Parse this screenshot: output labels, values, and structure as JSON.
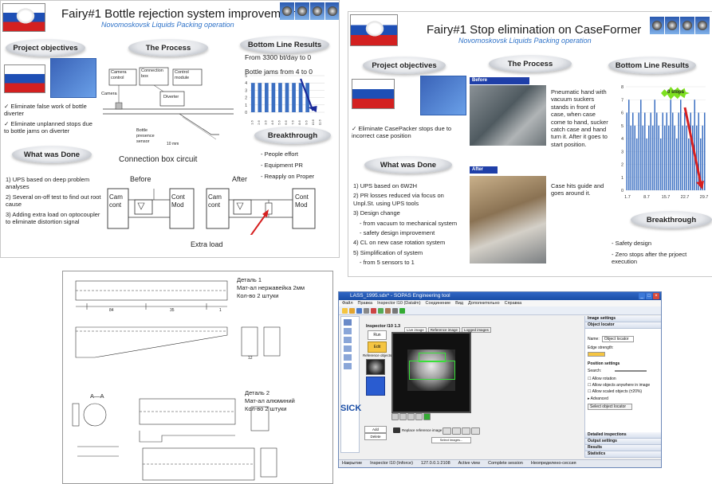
{
  "slide1": {
    "title": "Fairy#1 Bottle rejection system improvement",
    "subtitle": "Novomoskovsk Liquids Packing operation",
    "section_objectives": "Project objectives",
    "section_process": "The Process",
    "section_results": "Bottom Line Results",
    "section_done": "What was Done",
    "section_breakthrough": "Breakthrough",
    "objectives": [
      "Eliminate false work of bottle diverter",
      "Eliminate unplanned stops due to bottle jams on diverter"
    ],
    "process_labels": {
      "camera_control": "Camera control",
      "connection_box": "Connection box",
      "control_module": "Control module",
      "camera": "Camera",
      "diverter": "Diverter",
      "presence_sensor": "Bottle presence sensor",
      "dimension": "10 mm"
    },
    "result_line1": "From 3300 bt/day to 0",
    "result_line2": "Bottle jams from 4 to 0",
    "breakthrough_items": [
      "People effort",
      "Equipment PR",
      "Reapply on Proper"
    ],
    "done_items": [
      "1) UPS based on deep problem analyses",
      "2) Several on-off test to find out root cause",
      "3) Adding extra load on optocoupler to eliminate distortion signal"
    ],
    "circuit_title": "Connection box circuit",
    "before_label": "Before",
    "after_label": "After",
    "cam_cont": "Cam cont",
    "cont_mod": "Cont Mod",
    "extra_load": "Extra load"
  },
  "slide2": {
    "title": "Fairy#1 Stop elimination  on CaseFormer",
    "subtitle": "Novomoskovsk Liquids Packing operation",
    "section_objectives": "Project objectives",
    "section_process": "The Process",
    "section_results": "Bottom Line Results",
    "section_done": "What was Done",
    "section_breakthrough": "Breakthrough",
    "objective": "Eliminate CasePacker stops due to incorrect case position",
    "before_tag": "Before",
    "after_tag": "After",
    "before_text": "Pneumatic hand with vacuum suckers stands in front of case, when case come to hand, sucker catch case and hand turn it. After it goes to start position.",
    "after_text": "Case hits guide and goes around it.",
    "done_items": [
      "1) UPS based on 6W2H",
      "2) PR losses reduced via focus on Unpl.St. using UPS tools",
      "3) Design change",
      "- from vacuum to mechanical system",
      "- safety design improvement",
      "4) CL on new case rotation system",
      "5) Simplification of system",
      "- from 5 sensors to 1"
    ],
    "breakthrough_items": [
      "- Safety design",
      "- Zero stops after the prjoect execution"
    ],
    "burst_label": "0 stops"
  },
  "drawing": {
    "part1": [
      "Деталь 1",
      "Мат-ал нержавейка 2мм",
      "Кол-во 2 штуки"
    ],
    "part2": [
      "Деталь 2",
      "Мат-ал алюминий",
      "Кол-во 2 штуки"
    ],
    "section_label": "A—A",
    "dims": [
      "84",
      "35",
      "1",
      "12"
    ]
  },
  "window": {
    "title": "LASS_1995.sdx* - SOPAS Engineering tool",
    "menu": [
      "Файл",
      "Правка",
      "Inspector I10 (Datalm)",
      "Соединение",
      "Вид",
      "Дополнительно",
      "Справка"
    ],
    "tab": "Inspector I10 1.3",
    "tabs": [
      "Live image",
      "Reference image",
      "Logged images"
    ],
    "run_label": "Run",
    "edit_label": "Edit",
    "ref_objects": "Reference objects",
    "add_label": "Add",
    "delete_label": "Delete",
    "replace_ref": "Replace reference image",
    "select_images": "Select images...",
    "brand": "SICK",
    "right_sections": [
      "Image settings",
      "Object locator"
    ],
    "right_labels": [
      "Name:",
      "Edge strength:",
      "Position settings",
      "Search:",
      "Allow rotation",
      "Allow objects anywhere in image",
      "Allow scaled objects (±20%)",
      "Advanced",
      "Select object locator"
    ],
    "name_value": "Object locator",
    "right_bottom": [
      "Detailed inspections",
      "Output settings",
      "Results",
      "Statistics"
    ],
    "status": [
      "Накрытие",
      "Inspector I10 (Inforce)",
      "127.0.0.1:2108",
      "Active view",
      "Complete session",
      "Неопределено-сессия"
    ]
  },
  "chart1": {
    "type": "bar",
    "categories": [
      "1.6",
      "2.6",
      "3.6",
      "4.6",
      "5.6",
      "6.6",
      "7.6",
      "8.6",
      "9.6",
      "10.6",
      "11.6"
    ],
    "values": [
      4,
      4,
      4,
      4,
      4,
      4,
      4,
      4,
      4,
      0,
      0
    ],
    "ylim": [
      0,
      5
    ]
  },
  "chart2": {
    "type": "bar",
    "tick_labels": [
      "1.7",
      "8.7",
      "15.7",
      "22.7",
      "29.7"
    ],
    "values": [
      6,
      7,
      5,
      6,
      5,
      4,
      6,
      7,
      5,
      6,
      4,
      5,
      6,
      5,
      7,
      6,
      5,
      4,
      6,
      5,
      6,
      5,
      7,
      6,
      5,
      4,
      6,
      7,
      5,
      6,
      5,
      4,
      6,
      5,
      7,
      5,
      6,
      4,
      5,
      6
    ],
    "ylim": [
      0,
      8
    ]
  },
  "colors": {
    "accent_blue": "#2e72c8",
    "bar_blue": "#3b6fc2",
    "arrow_red": "#d62020",
    "burst_green": "#7ee020"
  }
}
